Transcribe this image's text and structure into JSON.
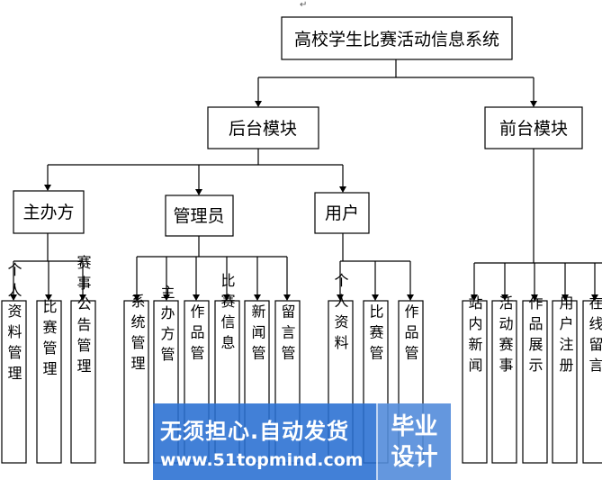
{
  "top_mark": "↵",
  "root": "高校学生比赛活动信息系统",
  "modules": {
    "backend": "后台模块",
    "frontend": "前台模块"
  },
  "roles": {
    "organizer": "主办方",
    "admin": "管理员",
    "user": "用户"
  },
  "leaves": {
    "organizer": [
      "个人资料管理",
      "比赛管理",
      "赛事公告管理"
    ],
    "admin": [
      "系统管理",
      "主办方管",
      "作品管",
      "比赛信息",
      "新闻管",
      "留言管"
    ],
    "user": [
      "个人资料",
      "比赛管",
      "作品管"
    ],
    "frontend": [
      "站内新闻",
      "活动赛事",
      "作品展示",
      "用户注册",
      "在线留言"
    ]
  },
  "watermark": {
    "line1": "无须担心.自动发货",
    "line2": "www.51topmind.com",
    "badge_top": "毕业",
    "badge_bottom": "设计"
  }
}
